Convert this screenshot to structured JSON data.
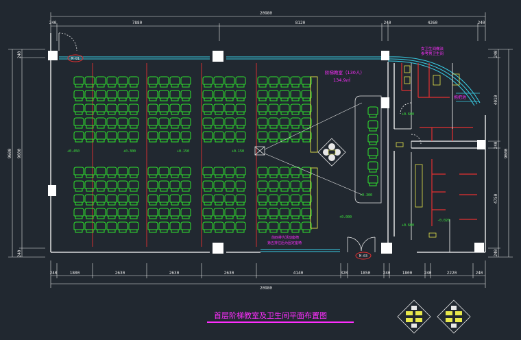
{
  "dims": {
    "total_top": "20980",
    "total_bottom": "20980",
    "top_row": [
      "240",
      "7880",
      "8120",
      "240",
      "4260",
      "240"
    ],
    "bottom_row": [
      "240",
      "1800",
      "2630",
      "2630",
      "2630",
      "4140",
      "320",
      "1850",
      "240",
      "1800",
      "240",
      "2220",
      "240"
    ],
    "left_outer": "9600",
    "left_inner": "9600",
    "left_top": "240",
    "left_bottom": "240",
    "right_top": "240",
    "right_mid1": "4010",
    "right_mid2": "240",
    "right_mid3": "4750",
    "right_bottom": "240",
    "right_outer": "9600"
  },
  "labels": {
    "door1": "M-01",
    "door2": "M-03",
    "room_name": "阶梯教室（130人）",
    "room_area": "134.9㎡",
    "restroom_note_line1": "女卫生间做法",
    "restroom_note_line2": "参考男卫生间",
    "basin": "拖把池",
    "note_line1": "前四排为活动座椅",
    "note_line2": "第五排往后为固定座椅"
  },
  "elevations": [
    "+0.450",
    "+0.300",
    "+0.150",
    "+0.150",
    "+0.300",
    "+0.600",
    "+0.600",
    "+0.000",
    "-0.020"
  ],
  "title": "首层阶梯教室及卫生间平面布置图",
  "colors": {
    "background": "#212830",
    "wall": "#ffffff",
    "dim": "#e8e8e8",
    "seat": "#2ee62e",
    "text": "#ff2eff",
    "window": "#39d0e8",
    "partition": "#e83030",
    "fixture": "#e8e84c",
    "green_dim": "#3ce83c"
  }
}
